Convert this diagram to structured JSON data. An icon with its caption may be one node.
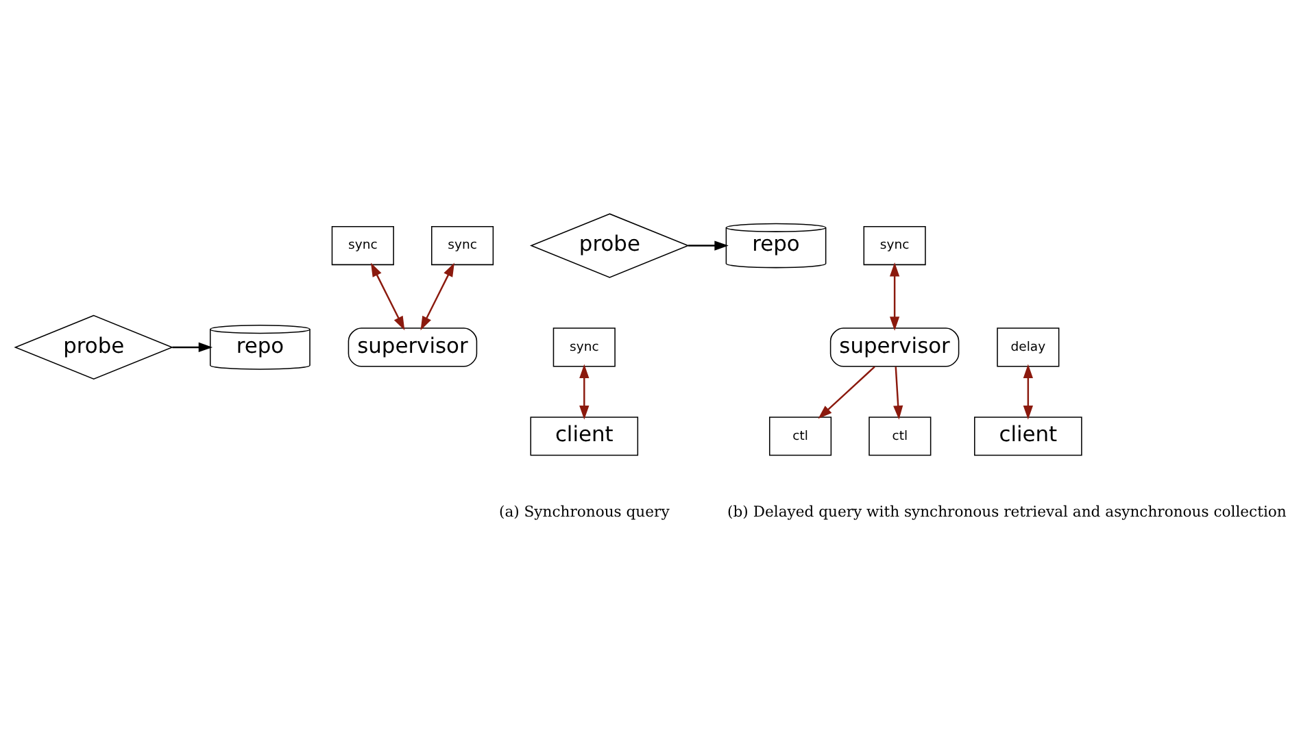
{
  "diagram": {
    "nodes": [
      {
        "text": [
          "probe"
        ]
      },
      {
        "text": [
          "sync"
        ]
      },
      {
        "text": [
          "repo"
        ]
      },
      {
        "text": [
          "sync"
        ]
      },
      {
        "text": [
          "supervisor"
        ]
      },
      {
        "text": [
          "sync"
        ]
      },
      {
        "text": [
          "client"
        ]
      },
      {
        "text": [
          "probe"
        ]
      },
      {
        "text": [
          "ctl"
        ]
      },
      {
        "text": [
          "repo"
        ]
      },
      {
        "text": [
          "ctl"
        ]
      },
      {
        "text": [
          "sync"
        ]
      },
      {
        "text": [
          "supervisor"
        ]
      },
      {
        "text": [
          "delay"
        ]
      },
      {
        "text": [
          "client"
        ]
      }
    ],
    "edges": [
      {
        "from": 0,
        "to": 2,
        "arrow": "to",
        "color": "#000000"
      },
      {
        "from": 1,
        "to": 4,
        "arrow": "both"
      },
      {
        "from": 3,
        "to": 4,
        "arrow": "both"
      },
      {
        "from": 5,
        "to": 6,
        "arrow": "both"
      },
      {
        "from": 7,
        "to": 9,
        "arrow": "to",
        "color": "#000000"
      },
      {
        "from": 12,
        "to": 8,
        "arrow": "to"
      },
      {
        "from": 12,
        "to": 10,
        "arrow": "to"
      },
      {
        "from": 11,
        "to": 12,
        "arrow": "both"
      },
      {
        "from": 13,
        "to": 14,
        "arrow": "both"
      }
    ],
    "labels": [
      "(a) Synchronous query",
      "(b) Delayed query with synchronous retrieval and asynchronous collection"
    ]
  }
}
